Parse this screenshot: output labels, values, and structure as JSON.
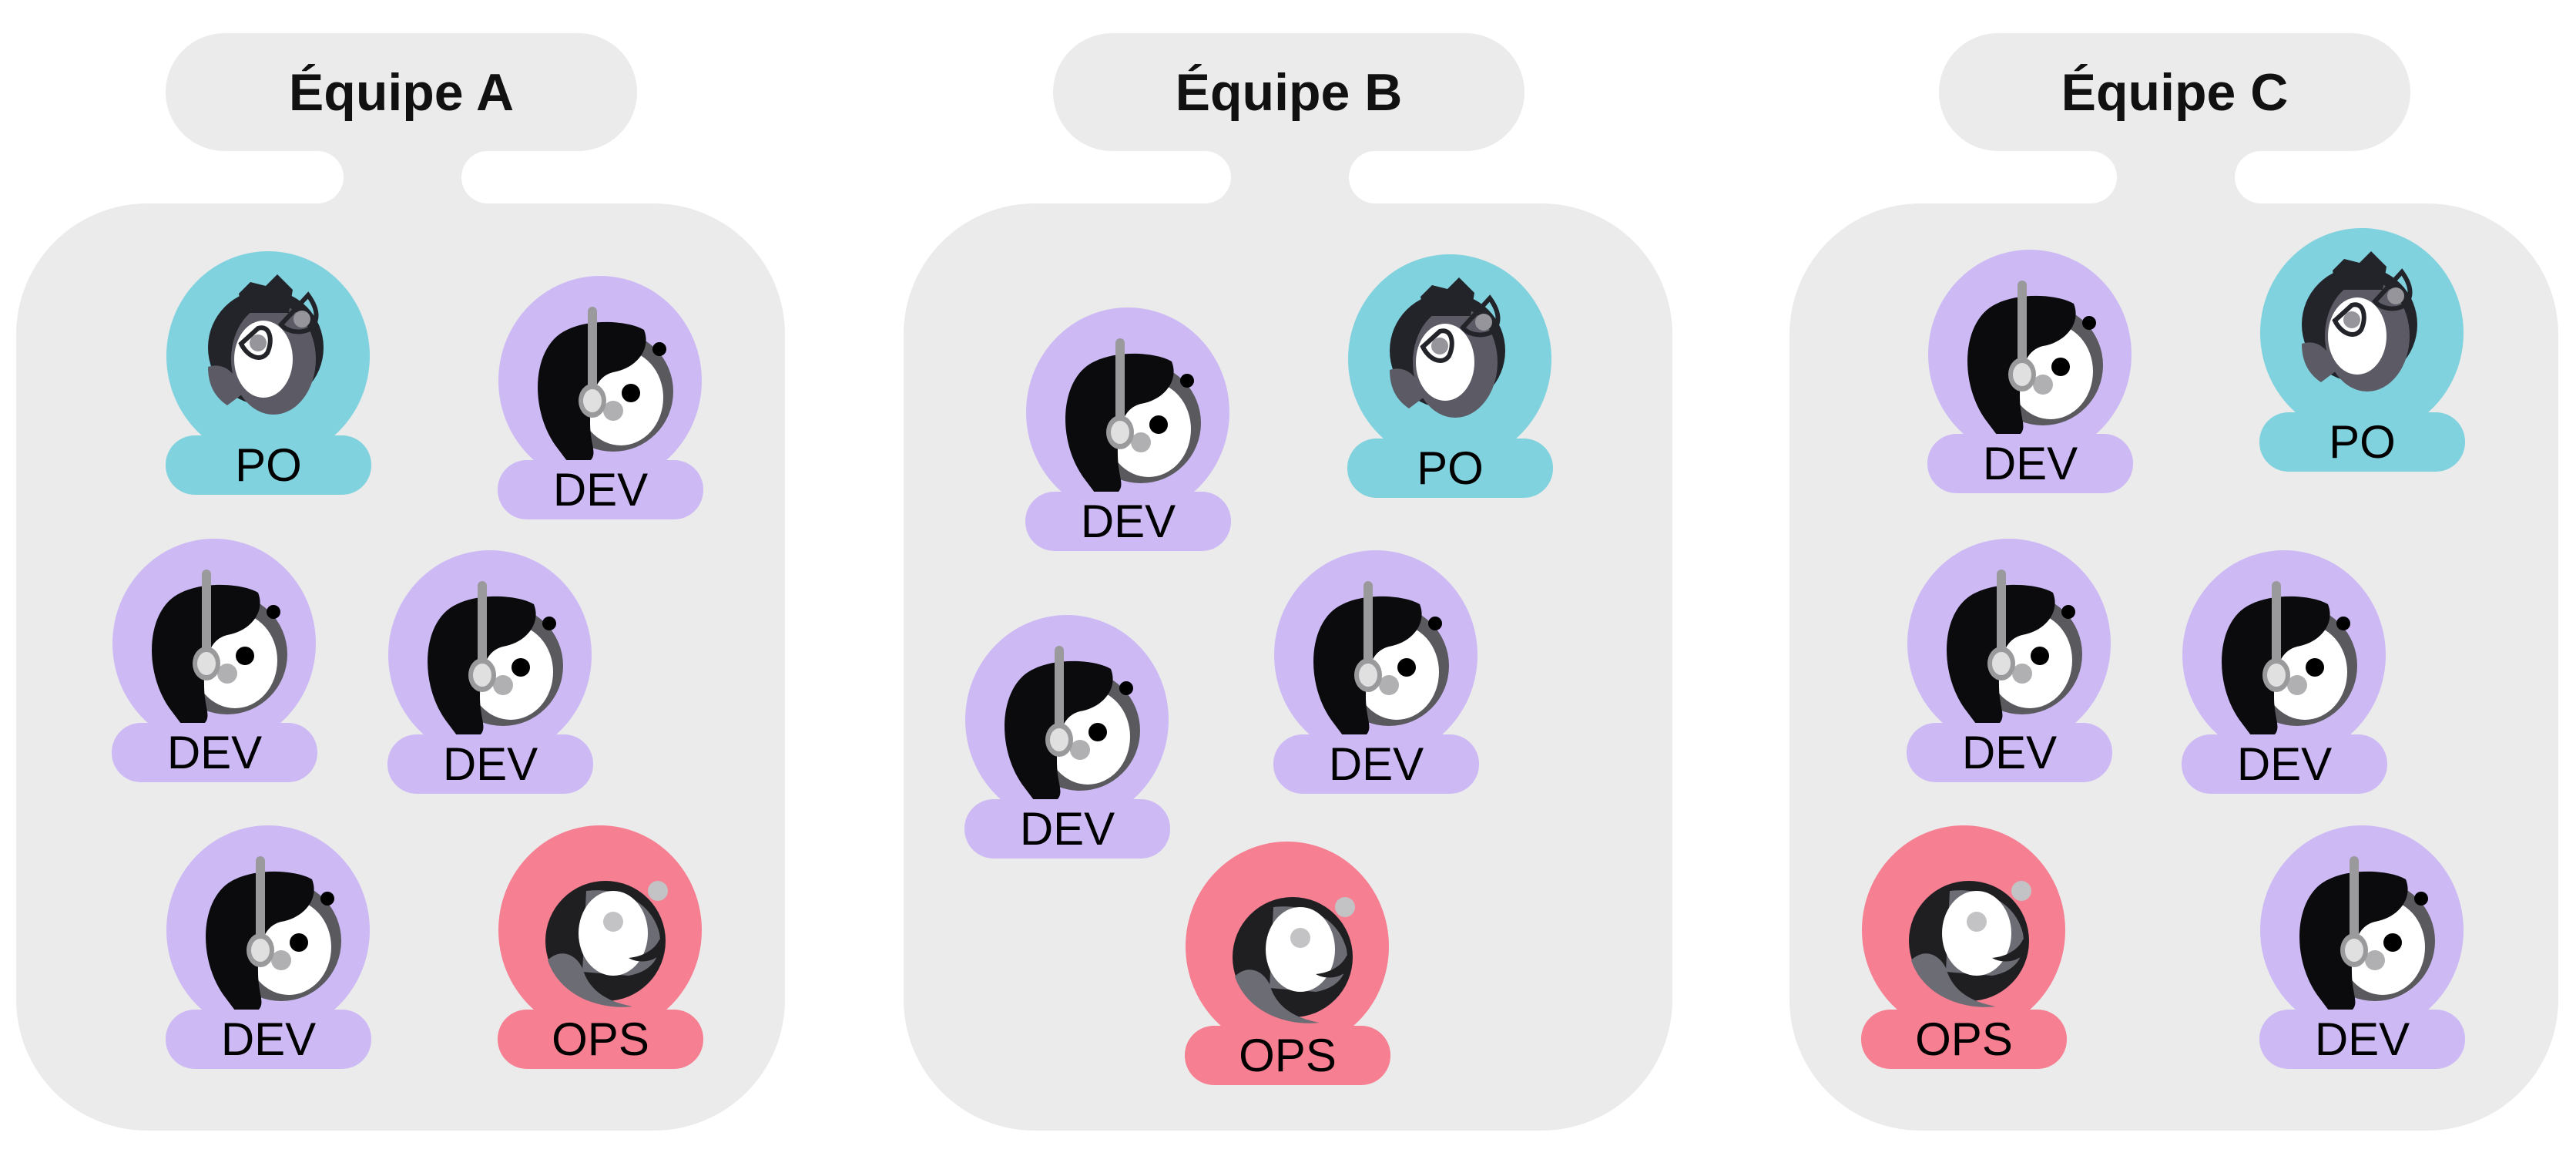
{
  "colors": {
    "panel": "#ebebeb",
    "PO": "#80d2de",
    "DEV": "#cdbaf5",
    "OPS": "#f67f92"
  },
  "teams": [
    {
      "title": "Équipe A",
      "members": [
        {
          "role": "PO",
          "icon": "po-avatar-icon"
        },
        {
          "role": "DEV",
          "icon": "dev-avatar-icon"
        },
        {
          "role": "DEV",
          "icon": "dev-avatar-icon"
        },
        {
          "role": "DEV",
          "icon": "dev-avatar-icon"
        },
        {
          "role": "DEV",
          "icon": "dev-avatar-icon"
        },
        {
          "role": "OPS",
          "icon": "ops-avatar-icon"
        }
      ]
    },
    {
      "title": "Équipe B",
      "members": [
        {
          "role": "DEV",
          "icon": "dev-avatar-icon"
        },
        {
          "role": "PO",
          "icon": "po-avatar-icon"
        },
        {
          "role": "DEV",
          "icon": "dev-avatar-icon"
        },
        {
          "role": "DEV",
          "icon": "dev-avatar-icon"
        },
        {
          "role": "OPS",
          "icon": "ops-avatar-icon"
        }
      ]
    },
    {
      "title": "Équipe C",
      "members": [
        {
          "role": "DEV",
          "icon": "dev-avatar-icon"
        },
        {
          "role": "PO",
          "icon": "po-avatar-icon"
        },
        {
          "role": "DEV",
          "icon": "dev-avatar-icon"
        },
        {
          "role": "DEV",
          "icon": "dev-avatar-icon"
        },
        {
          "role": "OPS",
          "icon": "ops-avatar-icon"
        },
        {
          "role": "DEV",
          "icon": "dev-avatar-icon"
        }
      ]
    }
  ]
}
